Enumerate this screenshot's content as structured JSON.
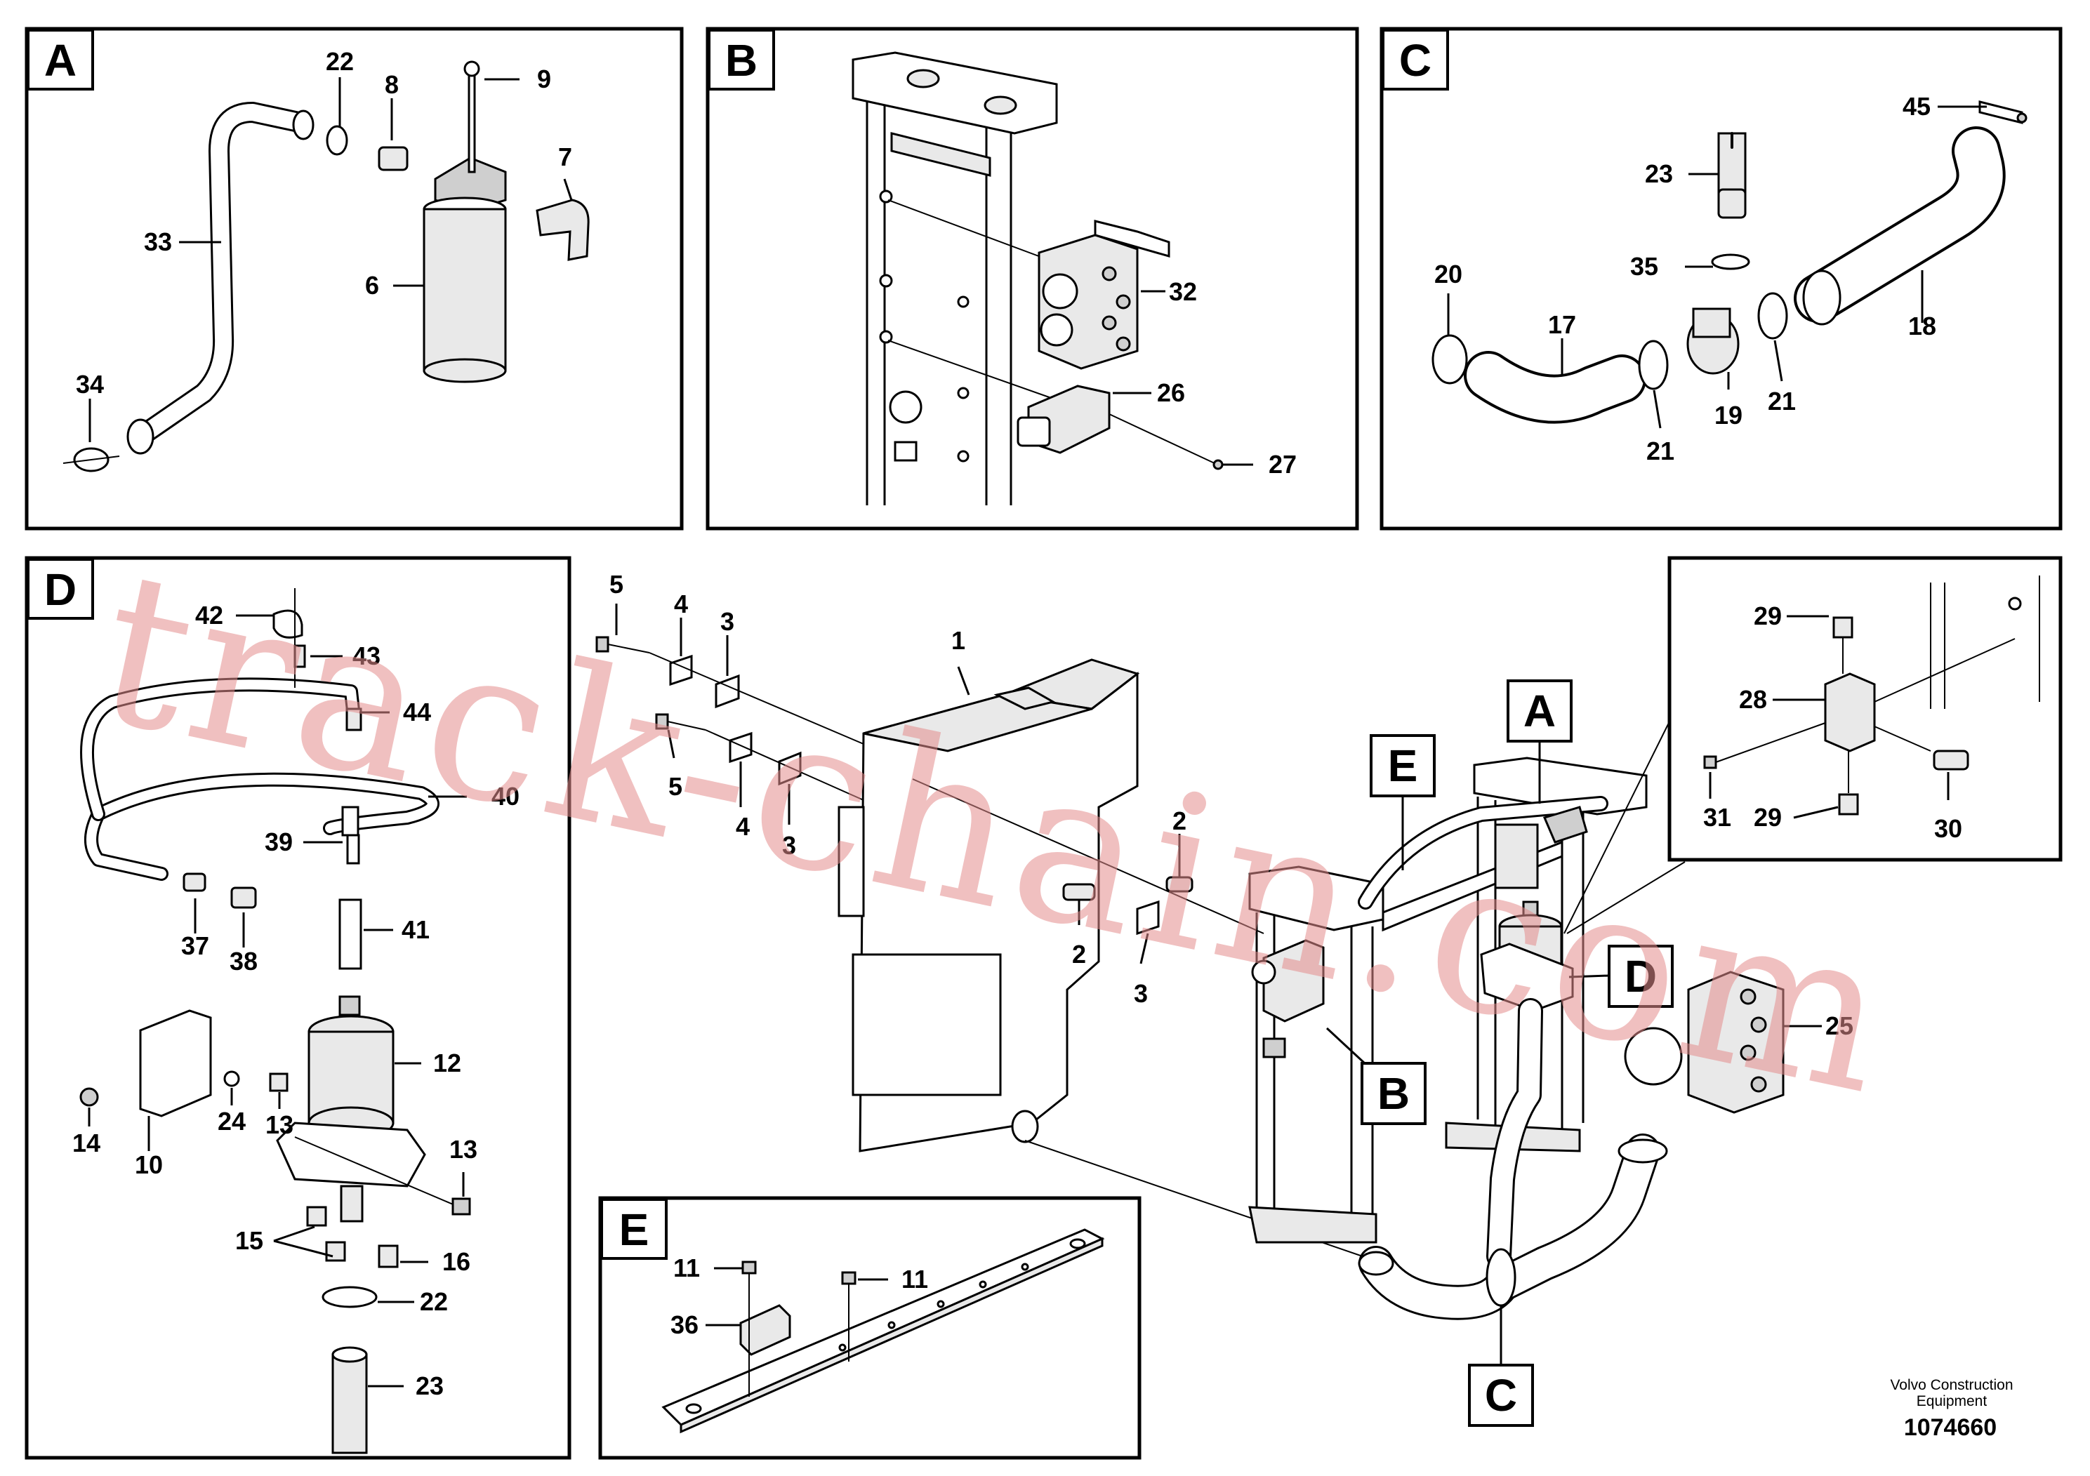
{
  "panels": {
    "a": "A",
    "b": "B",
    "c": "C",
    "d": "D",
    "e": "E"
  },
  "callouts": {
    "a": "A",
    "b": "B",
    "c": "C",
    "d": "D",
    "e": "E"
  },
  "labels": {
    "a_22": "22",
    "a_8": "8",
    "a_9": "9",
    "a_7": "7",
    "a_33": "33",
    "a_6": "6",
    "a_34": "34",
    "b_32": "32",
    "b_26": "26",
    "b_27": "27",
    "c_45": "45",
    "c_23": "23",
    "c_35": "35",
    "c_20": "20",
    "c_17": "17",
    "c_18": "18",
    "c_19": "19",
    "c_21a": "21",
    "c_21b": "21",
    "d_42": "42",
    "d_43": "43",
    "d_44": "44",
    "d_40": "40",
    "d_39": "39",
    "d_37": "37",
    "d_38": "38",
    "d_41": "41",
    "d_12": "12",
    "d_24": "24",
    "d_13a": "13",
    "d_14": "14",
    "d_10": "10",
    "d_13b": "13",
    "d_15": "15",
    "d_16": "16",
    "d_22": "22",
    "d_23": "23",
    "e_11a": "11",
    "e_11b": "11",
    "e_36": "36",
    "m_5a": "5",
    "m_4a": "4",
    "m_3a": "3",
    "m_1": "1",
    "m_5b": "5",
    "m_4b": "4",
    "m_3b": "3",
    "m_2a": "2",
    "m_2b": "2",
    "m_3c": "3",
    "m_25": "25",
    "i_29a": "29",
    "i_28": "28",
    "i_31": "31",
    "i_29b": "29",
    "i_30": "30"
  },
  "watermark": "track-chain.com",
  "footer": {
    "credit_line1": "Volvo Construction",
    "credit_line2": "Equipment",
    "doc_number": "1074660"
  }
}
